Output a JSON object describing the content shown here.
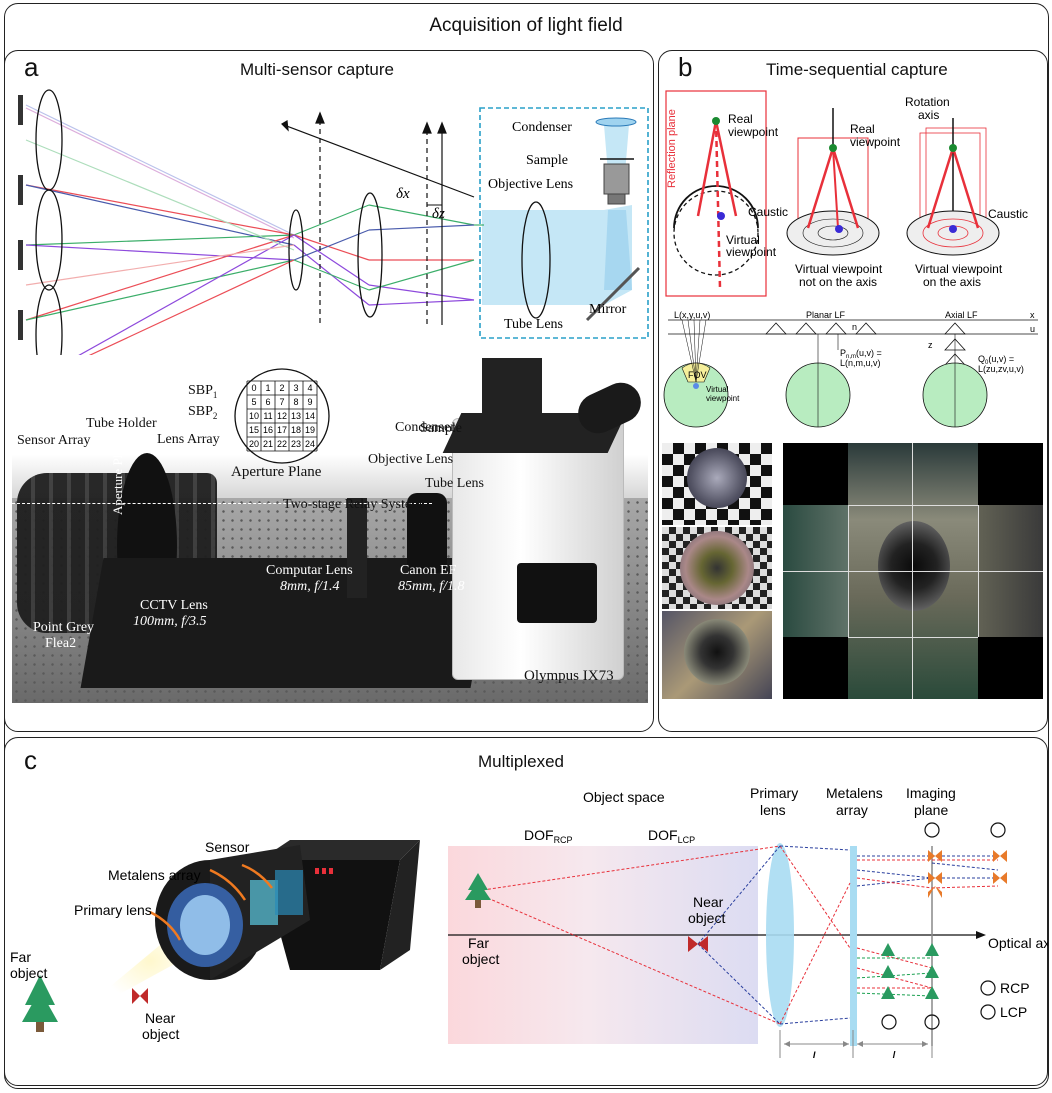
{
  "figure": {
    "title": "Acquisition of light field"
  },
  "panel_a": {
    "letter": "a",
    "title": "Multi-sensor capture",
    "optics": {
      "condenser": "Condenser",
      "sample": "Sample",
      "objective_lens": "Objective Lens",
      "mirror": "Mirror",
      "tube_lens": "Tube Lens",
      "delta_x": "δx",
      "delta_z": "δz"
    },
    "aperture_plane": {
      "label": "Aperture Plane",
      "sbp1": "SBP",
      "sbp1_sub": "1",
      "sbp2": "SBP",
      "sbp2_sub": "2",
      "grid": [
        [
          0,
          1,
          2,
          3,
          4
        ],
        [
          5,
          6,
          7,
          8,
          9
        ],
        [
          10,
          11,
          12,
          13,
          14
        ],
        [
          15,
          16,
          17,
          18,
          19
        ],
        [
          20,
          21,
          22,
          23,
          24
        ]
      ]
    },
    "photo_labels": {
      "sensor_array": "Sensor Array",
      "tube_holder": "Tube Holder",
      "lens_array": "Lens Array",
      "aperture_plane_size": "Aperture Plane Size",
      "cctv_lens_1": "CCTV Lens",
      "cctv_lens_2": "100mm, f/3.5",
      "point_grey_1": "Point Grey",
      "point_grey_2": "Flea2",
      "computar_1": "Computar Lens",
      "computar_2": "8mm, f/1.4",
      "canon_1": "Canon EF",
      "canon_2": "85mm, f/1.8",
      "relay": "Two-stage Relay System",
      "condenser": "Condenser",
      "sample": "Sample",
      "objective": "Objective Lens",
      "tube_lens": "Tube Lens",
      "olympus": "Olympus IX73"
    }
  },
  "panel_b": {
    "letter": "b",
    "title": "Time-sequential capture",
    "diagram": {
      "reflection_plane": "Reflection plane",
      "real_viewpoint_1": "Real",
      "real_viewpoint_2": "viewpoint",
      "caustic": "Caustic",
      "virtual_viewpoint_1": "Virtual",
      "virtual_viewpoint_2": "viewpoint",
      "rotation_axis_1": "Rotation",
      "rotation_axis_2": "axis",
      "not_on_axis_1": "Virtual viewpoint",
      "not_on_axis_2": "not on the axis",
      "on_axis_1": "Virtual viewpoint",
      "on_axis_2": "on the axis"
    },
    "lf": {
      "lxyuv": "L(x,y,u,v)",
      "fov": "FOV",
      "virtual_1": "Virtual",
      "virtual_2": "viewpoint",
      "planar": "Planar LF",
      "n": "n",
      "x": "x",
      "u": "u",
      "pnm_1": "P",
      "pnm_sub": "n,m",
      "pnm_2": "(u,v) =",
      "pnm_3": "L(n,m,u,v)",
      "axial": "Axial LF",
      "z": "z",
      "q_1": "Q",
      "q_sub": "0",
      "q_2": "(u,v) =",
      "q_3": "L(zu,zv,u,v)"
    }
  },
  "panel_c": {
    "letter": "c",
    "title": "Multiplexed",
    "left": {
      "sensor": "Sensor",
      "metalens_array": "Metalens array",
      "primary_lens": "Primary lens",
      "far_object_1": "Far",
      "far_object_2": "object",
      "near_object_1": "Near",
      "near_object_2": "object"
    },
    "right": {
      "object_space": "Object space",
      "dof_rcp": "DOF",
      "dof_rcp_sub": "RCP",
      "dof_lcp": "DOF",
      "dof_lcp_sub": "LCP",
      "primary_lens_1": "Primary",
      "primary_lens_2": "lens",
      "metalens_1": "Metalens",
      "metalens_2": "array",
      "imaging_1": "Imaging",
      "imaging_2": "plane",
      "near_1": "Near",
      "near_2": "object",
      "far_1": "Far",
      "far_2": "object",
      "optical_axis": "Optical axis",
      "rcp": "RCP",
      "lcp": "LCP",
      "L": "L",
      "l": "l"
    }
  },
  "colors": {
    "dashed_box": "#2aa0c8",
    "light_blue": "#bfe4f5",
    "ray_red": "#e8303a",
    "ray_blue": "#2a3f9e",
    "ray_green": "#1aa050",
    "ray_purple": "#7a2ad6",
    "tree_green": "#2a9a60"
  }
}
